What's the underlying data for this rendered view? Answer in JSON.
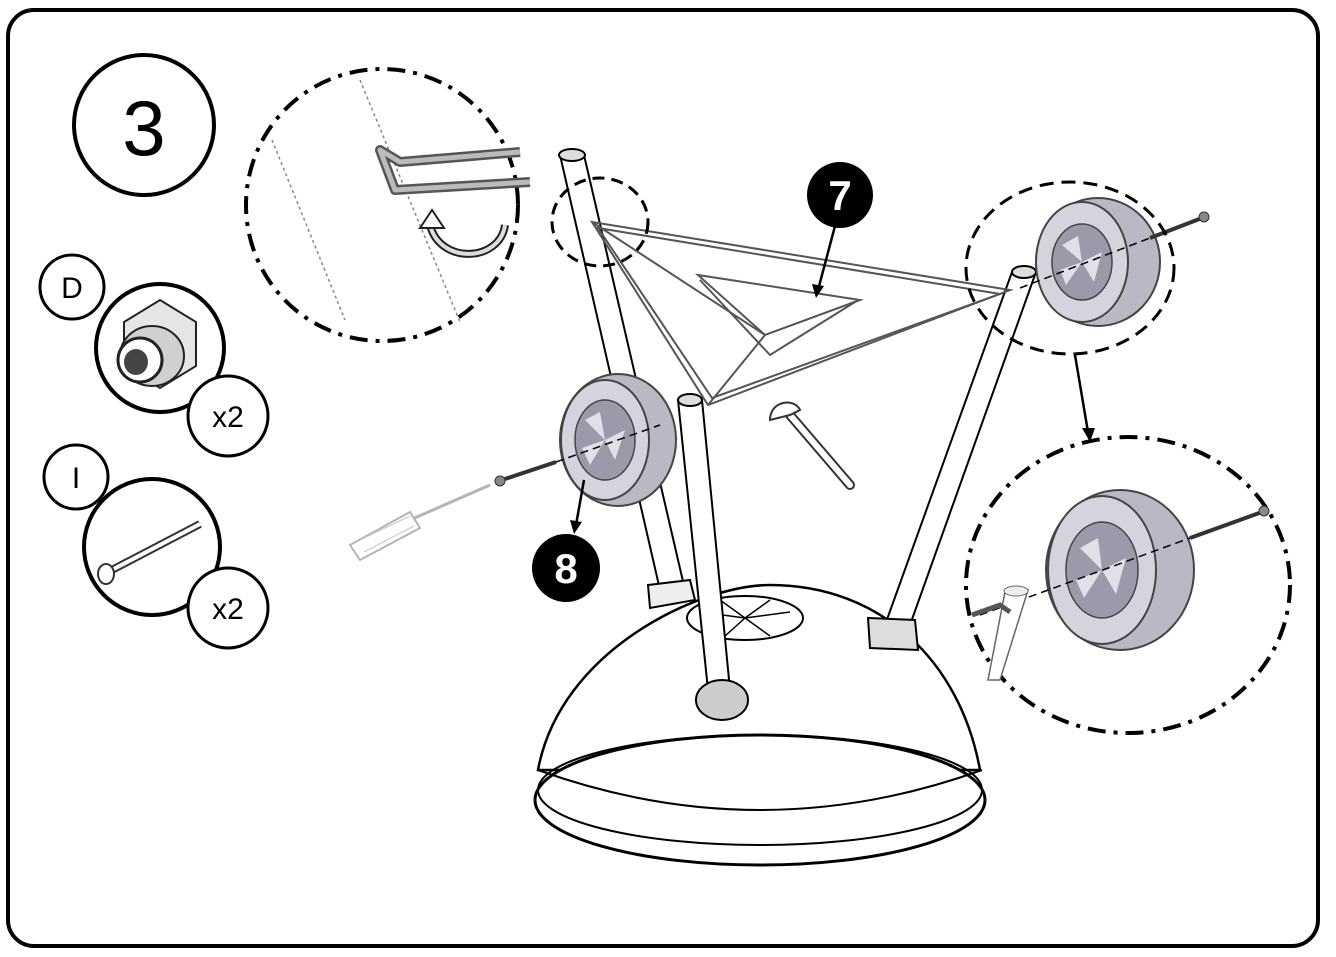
{
  "step": {
    "number": "3"
  },
  "parts": [
    {
      "letter": "D",
      "icon": "nylon-lock-nut-icon",
      "quantity": "x2"
    },
    {
      "letter": "I",
      "icon": "bolt-icon",
      "quantity": "x2"
    }
  ],
  "callouts": [
    {
      "number": "7",
      "target": "wire-rack"
    },
    {
      "number": "8",
      "target": "wheel"
    }
  ],
  "colors": {
    "outline": "#000000",
    "wheel": "#c9c9d3",
    "wheel_dark": "#8e8e9c",
    "metal": "#9a9a9a",
    "callout_fill": "#000000"
  }
}
